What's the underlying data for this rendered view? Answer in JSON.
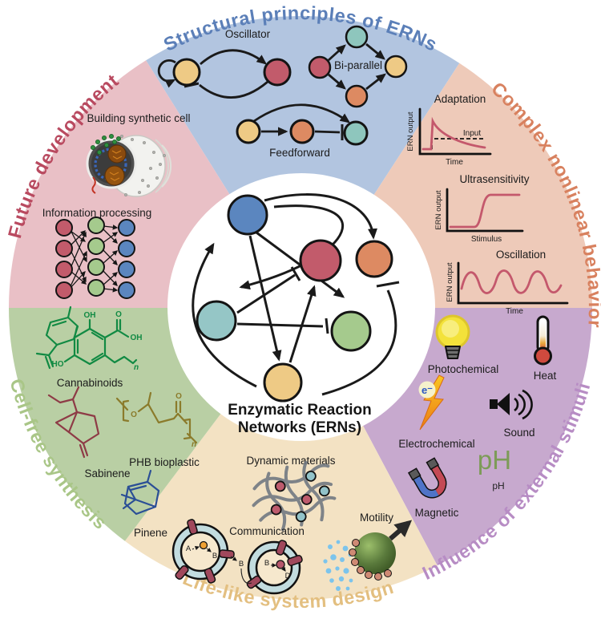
{
  "figure": {
    "center_title_line1": "Enzymatic Reaction",
    "center_title_line2": "Networks (ERNs)"
  },
  "palette": {
    "node_blue": "#5b86bf",
    "node_red": "#c25b6b",
    "node_orange": "#dd8a62",
    "node_teal": "#95c6c6",
    "node_green": "#a5ca8d",
    "node_yellow": "#eeca85",
    "curve_red": "#c4586c",
    "edge_black": "#1a1a1a"
  },
  "sections": {
    "structural": {
      "title": "Structural principles of ERNs",
      "wedge_color": "#b2c5e0",
      "title_color": "#5b7fb8",
      "motifs": {
        "oscillator": "Oscillator",
        "biparallel": "Bi-parallel",
        "feedforward": "Feedforward"
      }
    },
    "nonlinear": {
      "title": "Complex nonlinear behavior",
      "wedge_color": "#eecab9",
      "title_color": "#d8815f",
      "plots": {
        "adaptation": {
          "title": "Adaptation",
          "ylabel": "ERN output",
          "xlabel": "Time",
          "annotation": "Input"
        },
        "ultrasensitivity": {
          "title": "Ultrasensitivity",
          "ylabel": "ERN output",
          "xlabel": "Stimulus"
        },
        "oscillation": {
          "title": "Oscillation",
          "ylabel": "ERN output",
          "xlabel": "Time"
        }
      }
    },
    "stimuli": {
      "title": "Influence of external stimuli",
      "wedge_color": "#c7a9ce",
      "title_color": "#b78cc4",
      "items": {
        "photochemical": "Photochemical",
        "heat": "Heat",
        "electrochemical": "Electrochemical",
        "sound": "Sound",
        "ph_symbol": "pH",
        "ph": "pH",
        "magnetic": "Magnetic",
        "electron_symbol": "e⁻"
      }
    },
    "lifelike": {
      "title": "Life-like system design",
      "wedge_color": "#f3e2c3",
      "title_color": "#e3bf80",
      "items": {
        "dynamic_materials": "Dynamic materials",
        "communication": "Communication",
        "motility": "Motility"
      },
      "vesicle_labels": {
        "a": "A",
        "b1": "B",
        "b2": "B",
        "b3": "B",
        "d": "D"
      }
    },
    "cellfree": {
      "title": "Cell-free synthesis",
      "wedge_color": "#b9cfa4",
      "title_color": "#a9c687",
      "items": {
        "cannabinoids": "Cannabinoids",
        "sabinene": "Sabinene",
        "phb": "PHB bioplastic",
        "pinene": "Pinene"
      },
      "chem_labels": {
        "oh_top": "OH",
        "o_carboxyl": "O",
        "oh_carboxyl": "OH",
        "ho": "HO",
        "n_chain": "n",
        "o_ester": "O",
        "o_carbonyl": "O",
        "n_phb": "n"
      }
    },
    "future": {
      "title": "Future development",
      "wedge_color": "#e9c0c6",
      "title_color": "#b94a60",
      "items": {
        "synthetic_cell": "Building synthetic cell",
        "information": "Information processing"
      }
    }
  }
}
